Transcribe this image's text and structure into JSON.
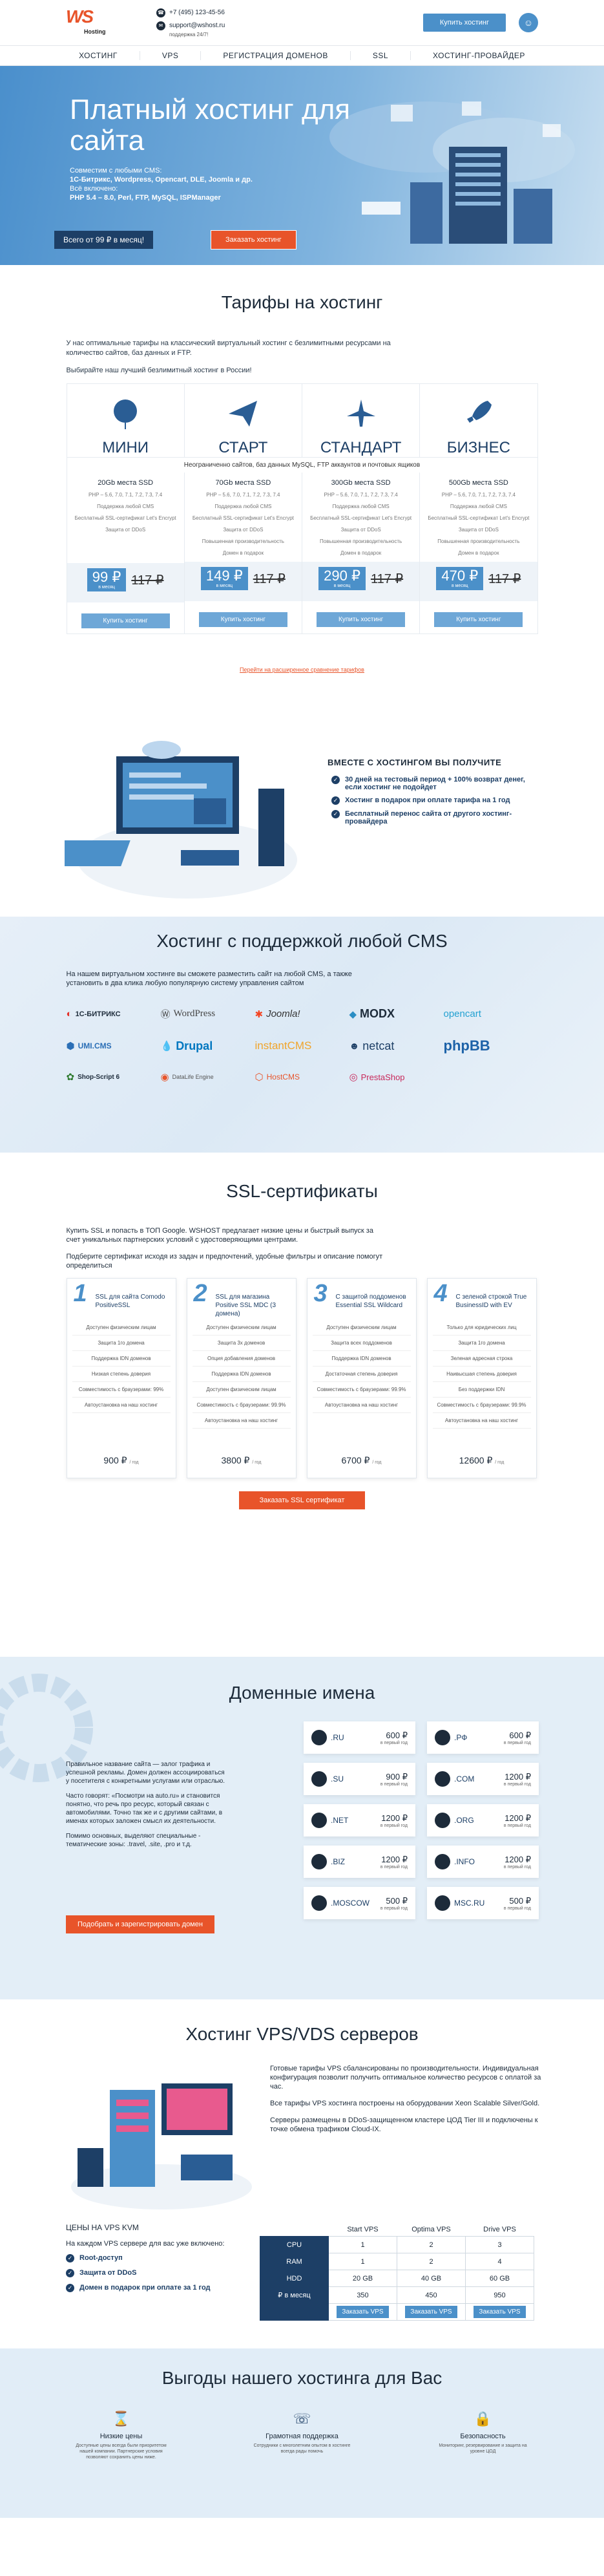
{
  "header": {
    "phone": "+7 (495) 123-45-56",
    "email": "support@wshost.ru",
    "support_hours": "поддержка 24/7!",
    "buy_button": "Купить хостинг",
    "logo_text": "WS",
    "logo_sub": "Hosting"
  },
  "nav": {
    "items": [
      "ХОСТИНГ",
      "VPS",
      "РЕГИСТРАЦИЯ ДОМЕНОВ",
      "SSL",
      "ХОСТИНГ-ПРОВАЙДЕР"
    ]
  },
  "hero": {
    "title": "Платный хостинг для сайта",
    "line1": "Совместим с любыми CMS:",
    "line2": "1С-Битрикс, Wordpress, Opencart, DLE, Joomla и др.",
    "line3": "Всё включено:",
    "line4": "PHP 5.4 – 8.0, Perl, FTP, MySQL, ISPManager",
    "price": "Всего от 99 ₽ в месяц!",
    "order_button": "Заказать хостинг"
  },
  "tariffs": {
    "title": "Тарифы на хостинг",
    "intro1": "У нас оптимальные тарифы на классический виртуальный хостинг с безлимитными ресурсами на количество сайтов, баз данных и FTP.",
    "intro2": "Выбирайте наш лучший безлимитный хостинг в России!",
    "note": "Неограниченно сайтов, баз данных MySQL, FTP аккаунтов и почтовых ящиков",
    "per_month": "в месяц",
    "buy_label": "Купить хостинг",
    "compare_link": "Перейти на расширенное сравнение тарифов",
    "plans": [
      {
        "name": "МИНИ",
        "ssd": "20Gb места SSD",
        "php": "PHP – 5.6, 7.0, 7.1, 7.2, 7.3, 7.4",
        "f1": "Поддержка любой CMS",
        "f2": "Бесплатный SSL-сертификат Let's Encrypt",
        "f3": "Защита от DDoS",
        "f4": "",
        "f5": "",
        "price": "99 ₽",
        "old": "117 ₽"
      },
      {
        "name": "СТАРТ",
        "ssd": "70Gb места SSD",
        "php": "PHP – 5.6, 7.0, 7.1, 7.2, 7.3, 7.4",
        "f1": "Поддержка любой CMS",
        "f2": "Бесплатный SSL-сертификат Let's Encrypt",
        "f3": "Защита от DDoS",
        "f4": "Повышенная производительность",
        "f5": "Домен в подарок",
        "price": "149 ₽",
        "old": "117 ₽"
      },
      {
        "name": "СТАНДАРТ",
        "ssd": "300Gb места SSD",
        "php": "PHP – 5.6, 7.0, 7.1, 7.2, 7.3, 7.4",
        "f1": "Поддержка любой CMS",
        "f2": "Бесплатный SSL-сертификат Let's Encrypt",
        "f3": "Защита от DDoS",
        "f4": "Повышенная производительность",
        "f5": "Домен в подарок",
        "price": "290 ₽",
        "old": "117 ₽"
      },
      {
        "name": "БИЗНЕС",
        "ssd": "500Gb места SSD",
        "php": "PHP – 5.6, 7.0, 7.1, 7.2, 7.3, 7.4",
        "f1": "Поддержка любой CMS",
        "f2": "Бесплатный SSL-сертификат Let's Encrypt",
        "f3": "Защита от DDoS",
        "f4": "Повышенная производительность",
        "f5": "Домен в подарок",
        "price": "470 ₽",
        "old": "117 ₽"
      }
    ]
  },
  "benefits": {
    "title": "ВМЕСТЕ С ХОСТИНГОМ ВЫ ПОЛУЧИТЕ",
    "items": [
      "30 дней на тестовый период + 100% возврат денег, если хостинг не подойдет",
      "Хостинг в подарок при оплате тарифа на 1 год",
      "Бесплатный перенос сайта от другого хостинг-провайдера"
    ]
  },
  "cms": {
    "title": "Хостинг с поддержкой любой CMS",
    "desc": "На нашем виртуальном хостинге вы сможете разместить сайт на любой CMS, а также установить в два клика любую популярную систему управления сайтом",
    "logos": [
      {
        "name": "1С-БИТРИКС",
        "color": "#e4322b"
      },
      {
        "name": "WordPress",
        "color": "#464646"
      },
      {
        "name": "Joomla!",
        "color": "#333333"
      },
      {
        "name": "MODX",
        "color": "#1d2b3a"
      },
      {
        "name": "opencart",
        "color": "#23a1d1"
      },
      {
        "name": "UMI.CMS",
        "color": "#2b6fb6"
      },
      {
        "name": "Drupal",
        "color": "#0077c0"
      },
      {
        "name": "instantCMS",
        "color": "#f0a52c"
      },
      {
        "name": "netcat",
        "color": "#1d3f66"
      },
      {
        "name": "phpBB",
        "color": "#1d62a8"
      },
      {
        "name": "Shop-Script 6",
        "color": "#2d7a2d"
      },
      {
        "name": "DataLife Engine",
        "color": "#555555"
      },
      {
        "name": "HostCMS",
        "color": "#e8542a"
      },
      {
        "name": "PrestaShop",
        "color": "#c8295b"
      }
    ]
  },
  "ssl": {
    "title": "SSL-сертификаты",
    "desc1": "Купить SSL и попасть в ТОП Google. WSHOST предлагает низкие цены и быстрый выпуск за счет уникальных партнерских условий с удостоверяющими центрами.",
    "desc2": "Подберите сертификат исходя из задач и предпочтений, удобные фильтры и описание помогут определиться",
    "year": "/ год",
    "order_button": "Заказать SSL сертификат",
    "cards": [
      {
        "num": "1",
        "title": "SSL для сайта Comodo PositiveSSL",
        "l1": "Доступен физическим лицам",
        "l2": "Защита 1го домена",
        "l3": "Поддержка IDN доменов",
        "l4": "Низкая степень доверия",
        "l5": "Совместимость с браузерами: 99%",
        "l6": "Автоустановка на наш хостинг",
        "price": "900 ₽"
      },
      {
        "num": "2",
        "title": "SSL для магазина Positive SSL MDC (3 домена)",
        "l1": "Доступен физическим лицам",
        "l2": "Защита 3х доменов",
        "l3": "Опция добавления доменов",
        "l4": "Поддержка IDN доменов",
        "l5": "Доступен физическим лицам",
        "l6": "Совместимость с браузерами: 99.9%",
        "l7": "Автоустановка на наш хостинг",
        "price": "3800 ₽"
      },
      {
        "num": "3",
        "title": "С защитой поддоменов Essential SSL Wildcard",
        "l1": "Доступен физическим лицам",
        "l2": "Защита всех поддоменов",
        "l3": "Поддержка IDN доменов",
        "l4": "Достаточная степень доверия",
        "l5": "Совместимость с браузерами: 99.9%",
        "l6": "Автоустановка на наш хостинг",
        "price": "6700 ₽"
      },
      {
        "num": "4",
        "title": "С зеленой строкой True BusinessID with EV",
        "l1": "Только для юридических лиц",
        "l2": "Защита 1го домена",
        "l3": "Зеленая адресная строка",
        "l4": "Наивысшая степень доверия",
        "l5": "Без поддержки IDN",
        "l6": "Совместимость с браузерами: 99.9%",
        "l7": "Автоустановка на наш хостинг",
        "price": "12600 ₽"
      }
    ]
  },
  "domains": {
    "title": "Доменные имена",
    "p1": "Правильное название сайта — залог трафика и успешной рекламы. Домен должен ассоциироваться у посетителя с конкретными услугами или отраслью.",
    "p2": "Часто говорят: «Посмотри на auto.ru» и становится понятно, что речь про ресурс, который связан с автомобилями. Точно так же и с другими сайтами, в именах которых заложен смысл их деятельности.",
    "p3": "Помимо основных, выделяют специальные - тематические зоны: .travel, .site, .pro и т.д.",
    "button": "Подобрать и зарегистрировать домен",
    "per_year": "в первый год",
    "items": [
      {
        "zone": ".RU",
        "price": "600 ₽"
      },
      {
        "zone": ".РФ",
        "price": "600 ₽"
      },
      {
        "zone": ".SU",
        "price": "900 ₽"
      },
      {
        "zone": ".COM",
        "price": "1200 ₽"
      },
      {
        "zone": ".NET",
        "price": "1200 ₽"
      },
      {
        "zone": ".ORG",
        "price": "1200 ₽"
      },
      {
        "zone": ".BIZ",
        "price": "1200 ₽"
      },
      {
        "zone": ".INFO",
        "price": "1200 ₽"
      },
      {
        "zone": ".MOSCOW",
        "price": "500 ₽"
      },
      {
        "zone": "MSC.RU",
        "price": "500 ₽"
      }
    ]
  },
  "vps": {
    "title": "Хостинг VPS/VDS серверов",
    "p1": "Готовые тарифы VPS сбалансированы по производительности. Индивидуальная конфигурация позволит получить оптимальное количество ресурсов с оплатой за час.",
    "p2": "Все тарифы VPS хостинга построены на оборудовании Xeon Scalable Silver/Gold.",
    "p3": "Серверы размещены в DDoS-защищенном кластере ЦОД Tier III и подключены к точке обмена трафиком Cloud-IX.",
    "prices_title": "ЦЕНЫ НА VPS KVM",
    "included": "На каждом VPS сервере для вас уже включено:",
    "features": [
      "Root-доступ",
      "Защита от DDoS",
      "Домен в подарок при оплате за 1 год"
    ],
    "columns": [
      "Start VPS",
      "Optima VPS",
      "Drive VPS"
    ],
    "rows": [
      {
        "label": "CPU",
        "vals": [
          "1",
          "2",
          "3"
        ]
      },
      {
        "label": "RAM",
        "vals": [
          "1",
          "2",
          "4"
        ]
      },
      {
        "label": "HDD",
        "vals": [
          "20 GB",
          "40 GB",
          "60 GB"
        ]
      },
      {
        "label": "₽ в месяц",
        "vals": [
          "350",
          "450",
          "950"
        ]
      }
    ],
    "order": "Заказать VPS"
  },
  "advantages": {
    "title": "Выгоды нашего хостинга для Вас",
    "items": [
      {
        "t": "Низкие цены",
        "s": "Доступные цены всегда были приоритетом нашей компании. Партнерские условия позволяют сохранить цены ниже."
      },
      {
        "t": "Грамотная поддержка",
        "s": "Сотрудники с многолетним опытом в хостинге всегда рады помочь"
      },
      {
        "t": "Безопасность",
        "s": "Мониторинг, резервирование и защита на уровне ЦОД"
      }
    ]
  }
}
